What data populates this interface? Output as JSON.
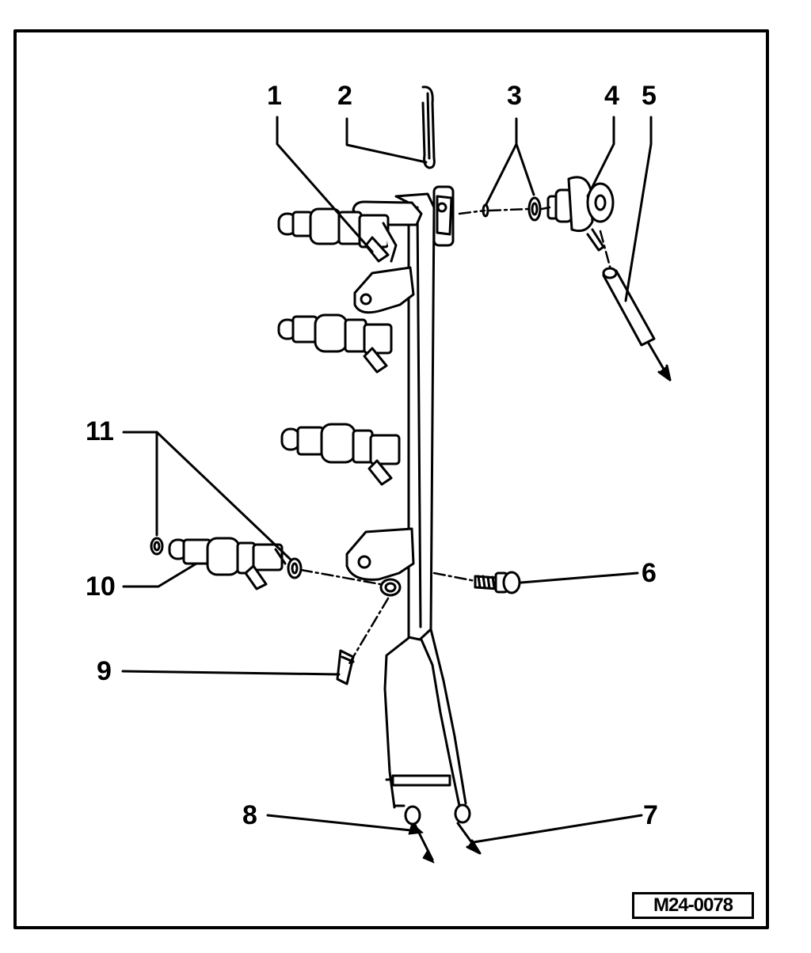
{
  "callouts": {
    "c1": "1",
    "c2": "2",
    "c3": "3",
    "c4": "4",
    "c5": "5",
    "c6": "6",
    "c7": "7",
    "c8": "8",
    "c9": "9",
    "c10": "10",
    "c11": "11"
  },
  "figure_id": "M24-0078",
  "colors": {
    "ink": "#000000",
    "paper": "#ffffff"
  }
}
